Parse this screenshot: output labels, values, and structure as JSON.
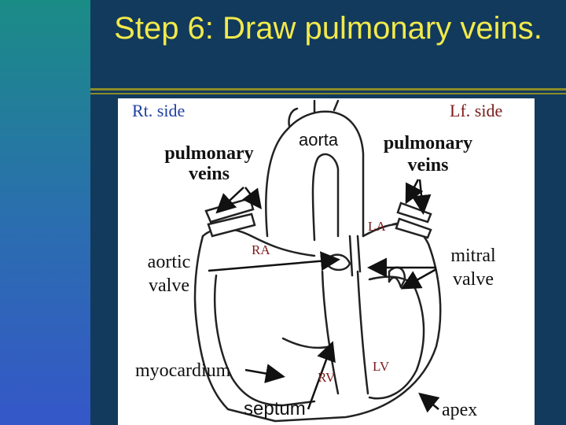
{
  "slide": {
    "title": "Step 6: Draw pulmonary veins.",
    "colors": {
      "title": "#f2e94b",
      "background": "#123a5c",
      "left_accent": "#1a8c86",
      "rule": "#8c8c2a"
    }
  },
  "diagram": {
    "labels": {
      "rt_side": "Rt.  side",
      "lf_side": "Lf. side",
      "pulmonary_veins_left_1": "pulmonary",
      "pulmonary_veins_left_2": "veins",
      "pulmonary_veins_right_1": "pulmonary",
      "pulmonary_veins_right_2": "veins",
      "aorta": "aorta",
      "la": "LA",
      "ra": "RA",
      "aortic_valve_1": "aortic",
      "aortic_valve_2": "valve",
      "mitral_valve_1": "mitral",
      "mitral_valve_2": "valve",
      "myocardium": "myocardium",
      "rv": "RV",
      "lv": "LV",
      "septum": "septum",
      "apex": "apex"
    }
  }
}
